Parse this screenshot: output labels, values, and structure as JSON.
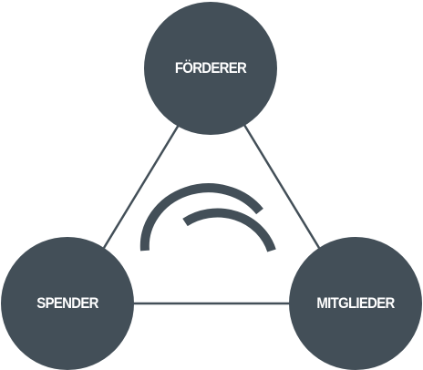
{
  "colors": {
    "node_fill": "#434f58",
    "line": "#434f58",
    "label": "#ffffff",
    "background": "#ffffff"
  },
  "nodes": {
    "top": {
      "label": "FÖRDERER"
    },
    "left": {
      "label": "SPENDER"
    },
    "right": {
      "label": "MITGLIEDER"
    }
  },
  "center_icon": "bridge-arc-icon"
}
